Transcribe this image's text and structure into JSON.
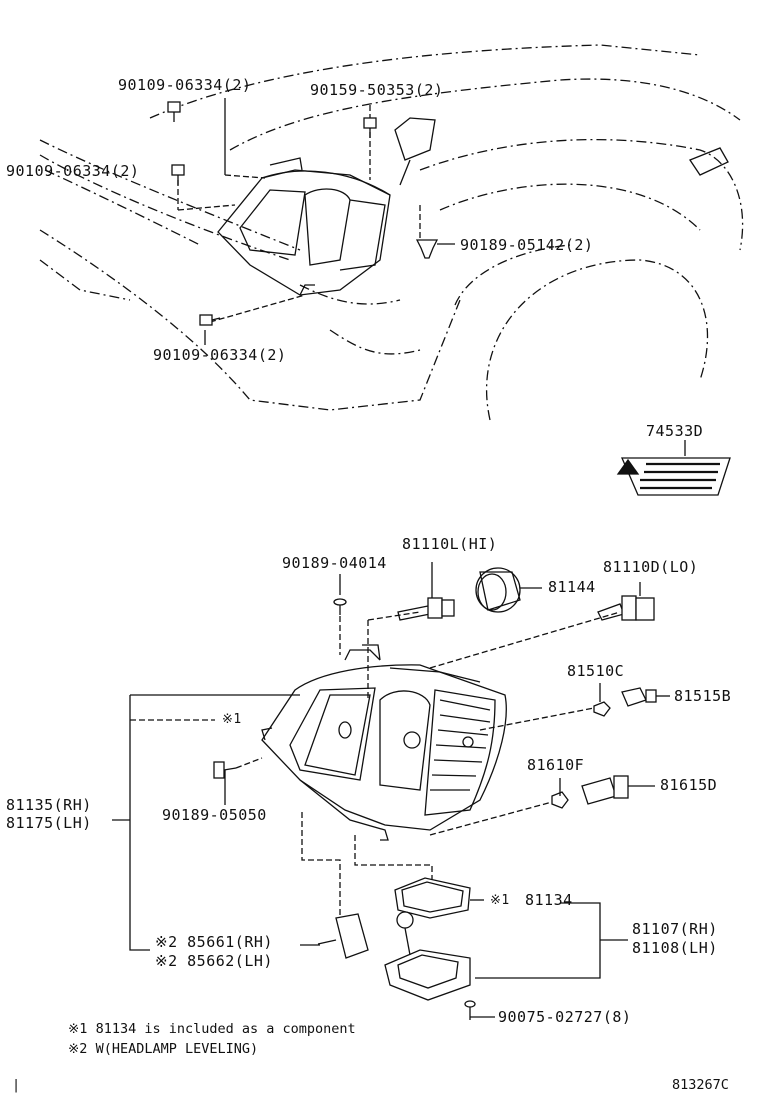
{
  "labels": {
    "p_90109_06334_top": "90109-06334(2)",
    "p_90159_50353": "90159-50353(2)",
    "p_90109_06334_left": "90109-06334(2)",
    "p_90189_05142": "90189-05142(2)",
    "p_90109_06334_bottom": "90109-06334(2)",
    "p_74533D": "74533D",
    "p_90189_04014": "90189-04014",
    "p_81110L": "81110L(HI)",
    "p_81144": "81144",
    "p_81110D": "81110D(LO)",
    "p_81510C": "81510C",
    "p_81515B": "81515B",
    "p_ref1_inner": "※1",
    "p_81610F": "81610F",
    "p_81615D": "81615D",
    "p_81135": "81135(RH)",
    "p_81175": "81175(LH)",
    "p_90189_05050": "90189-05050",
    "p_81134_mark": "※1",
    "p_81134": "81134",
    "p_81107": "81107(RH)",
    "p_81108": "81108(LH)",
    "p_85661": "※2 85661(RH)",
    "p_85662": "※2 85662(LH)",
    "p_90075_02727": "90075-02727(8)"
  },
  "notes": {
    "note1": "※1 81134 is included as a component",
    "note2": "※2 W(HEADLAMP LEVELING)"
  },
  "figure_id": "813267C",
  "page_marker": "|"
}
